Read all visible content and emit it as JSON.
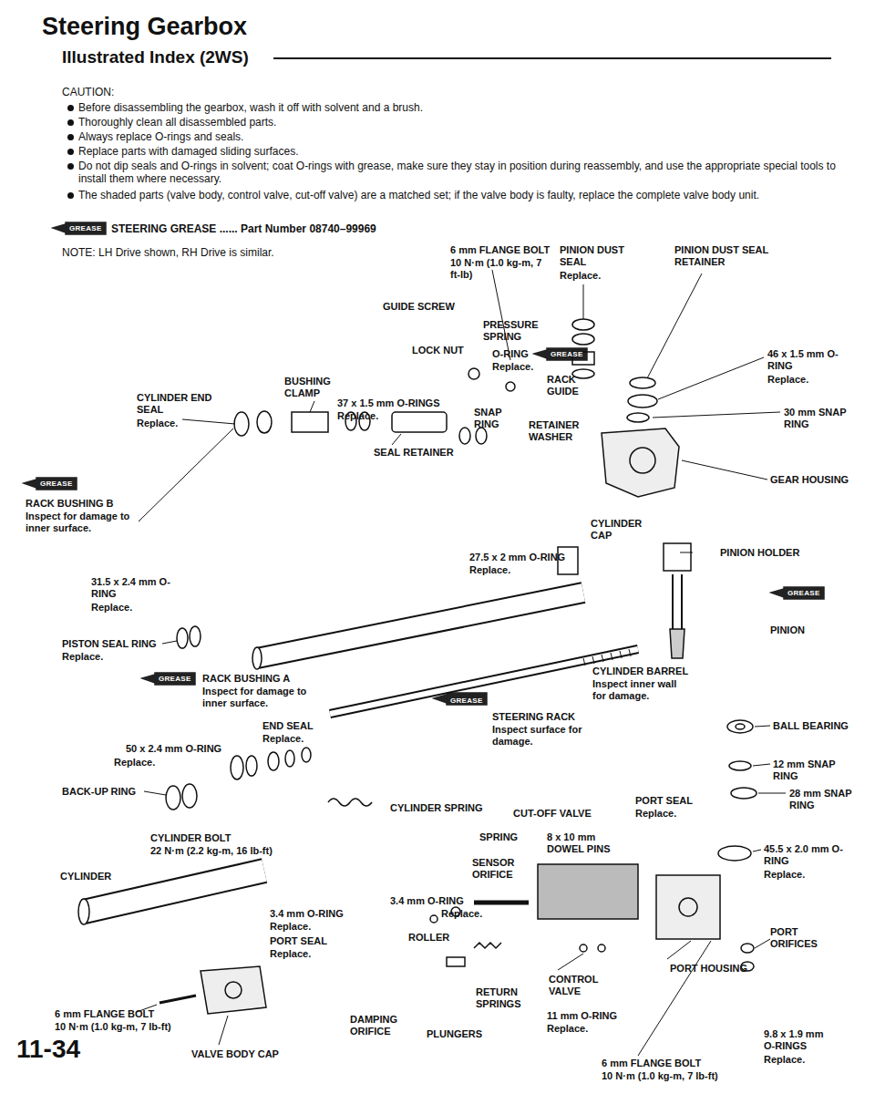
{
  "diagram": {
    "title": "Steering Gearbox",
    "labels": [
      "Illustrated Index (2WS)",
      "CAUTION:",
      "Before disassembling the gearbox, wash it off with solvent and a brush.",
      "Thoroughly clean all disassembled parts.",
      "Always replace O-rings and seals.",
      "Replace parts with damaged sliding surfaces.",
      "Do not dip seals and O-rings in solvent; coat O-rings with grease, make sure they stay in position during reassembly, and use the appropriate special tools to install them where necessary.",
      "The shaded parts (valve body, control valve, cut-off valve) are a matched set; if the valve body is faulty, replace the complete valve body unit.",
      "GREASE",
      "STEERING GREASE ...... Part Number 08740–99969",
      "NOTE: LH Drive shown, RH Drive is similar.",
      "6 mm FLANGE BOLT",
      "10 N·m (1.0 kg-m, 7 ft-lb)",
      "PINION DUST SEAL",
      "Replace.",
      "PINION DUST SEAL RETAINER",
      "GUIDE SCREW",
      "PRESSURE SPRING",
      "LOCK NUT",
      "O-RING",
      "Replace.",
      "GREASE",
      "RACK GUIDE",
      "46 x 1.5 mm O-RING",
      "Replace.",
      "BUSHING CLAMP",
      "37 x 1.5 mm O-RINGS",
      "Replace.",
      "CYLINDER END SEAL",
      "Replace.",
      "SNAP RING",
      "RETAINER WASHER",
      "30 mm SNAP RING",
      "SEAL RETAINER",
      "GREASE",
      "RACK BUSHING B",
      "Inspect for damage to inner surface.",
      "GEAR HOUSING",
      "CYLINDER CAP",
      "PINION HOLDER",
      "27.5 x 2 mm O-RING",
      "Replace.",
      "31.5 x 2.4 mm O-RING",
      "Replace.",
      "GREASE",
      "PINION",
      "PISTON SEAL RING",
      "Replace.",
      "GREASE",
      "RACK BUSHING A",
      "Inspect for damage to inner surface.",
      "CYLINDER BARREL",
      "Inspect inner wall for damage.",
      "GREASE",
      "STEERING RACK",
      "Inspect surface for damage.",
      "END SEAL",
      "Replace.",
      "50 x 2.4 mm O-RING",
      "Replace.",
      "BALL BEARING",
      "12 mm SNAP RING",
      "BACK-UP RING",
      "28 mm SNAP RING",
      "CYLINDER SPRING",
      "CUT-OFF VALVE",
      "PORT SEAL",
      "Replace.",
      "CYLINDER BOLT",
      "22 N·m (2.2 kg-m, 16 lb-ft)",
      "CYLINDER",
      "SPRING",
      "8 x 10 mm DOWEL PINS",
      "SENSOR ORIFICE",
      "45.5 x 2.0 mm O-RING",
      "Replace.",
      "3.4 mm O-RING",
      "Replace.",
      "3.4 mm O-RING",
      "Replace.",
      "ROLLER",
      "PORT SEAL",
      "Replace.",
      "PORT ORIFICES",
      "PORT HOUSING",
      "CONTROL VALVE",
      "RETURN SPRINGS",
      "6 mm FLANGE BOLT",
      "10 N·m (1.0 kg-m, 7 lb-ft)",
      "11 mm O-RING",
      "Replace.",
      "DAMPING ORIFICE",
      "PLUNGERS",
      "9.8 x 1.9 mm O-RINGS",
      "Replace.",
      "VALVE BODY CAP",
      "6 mm FLANGE BOLT",
      "10 N·m (1.0 kg-m, 7 lb-ft)",
      "11-34"
    ]
  }
}
